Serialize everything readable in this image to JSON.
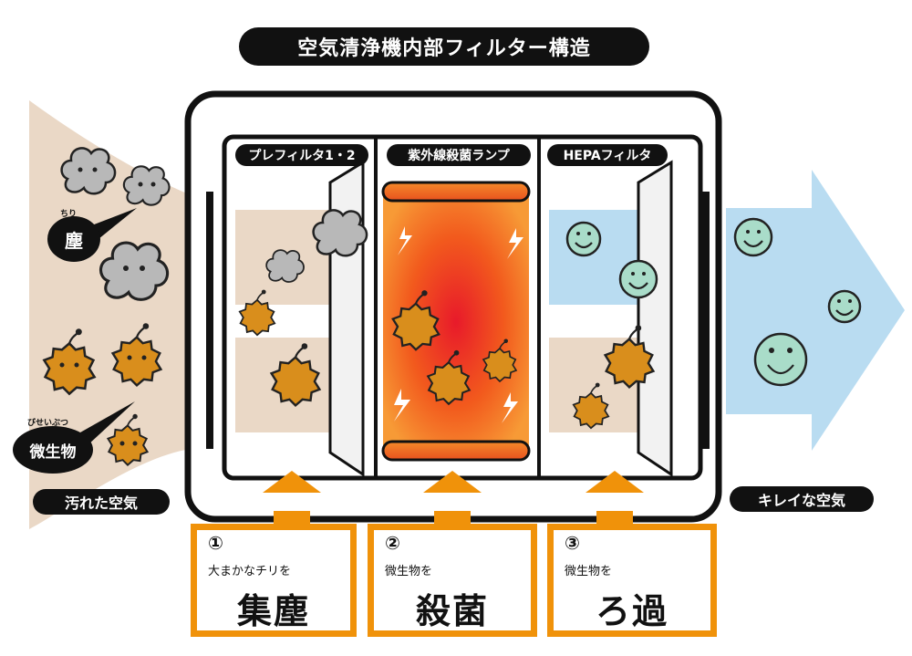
{
  "title": "空気清浄機内部フィルター構造",
  "stages": [
    {
      "tag": "プレフィルタ1・2",
      "num": "①",
      "subtitle": "大まかなチリを",
      "action": "集塵"
    },
    {
      "tag": "紫外線殺菌ランプ",
      "num": "②",
      "subtitle": "微生物を",
      "action": "殺菌"
    },
    {
      "tag": "HEPAフィルタ",
      "num": "③",
      "subtitle": "微生物を",
      "action": "ろ過"
    }
  ],
  "left": {
    "label": "汚れた空気",
    "dust": {
      "word": "塵",
      "ruby": "ちり"
    },
    "germ": {
      "word": "微生物",
      "ruby": "びせいぶつ"
    }
  },
  "right": {
    "label": "キレイな空気"
  },
  "colors": {
    "arrow_orange": "#f0920a",
    "dirty_air": "#ead8c6",
    "clean_air": "#b9dcf1",
    "uv": "#f26b1f",
    "germ": "#d98e1c",
    "dust": "#b8b8b8",
    "smile": "#a9dcc9"
  },
  "icons": [
    "dust-cloud-icon",
    "germ-icon",
    "smiley-icon",
    "spark-icon"
  ]
}
